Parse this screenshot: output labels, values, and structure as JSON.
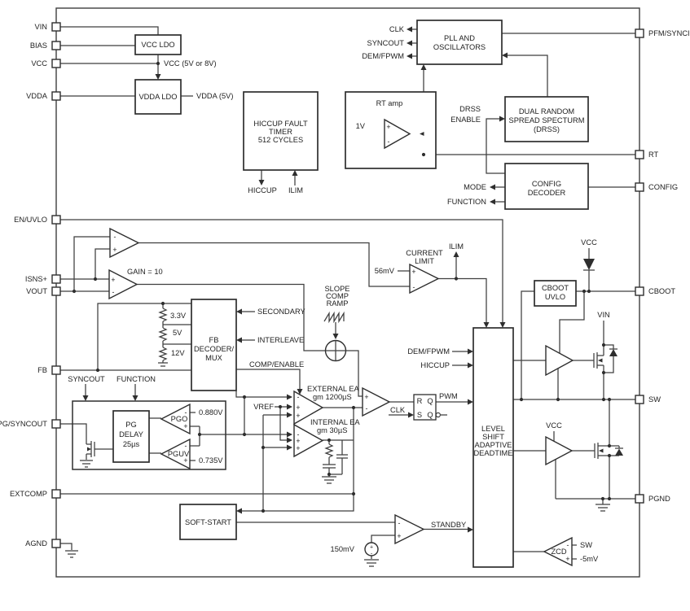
{
  "sym": {
    "plus": "+",
    "minus": "-"
  },
  "pins": {
    "left": [
      "VIN",
      "BIAS",
      "VCC",
      "VDDA",
      "EN/UVLO",
      "ISNS+",
      "VOUT",
      "FB",
      "PG/SYNCOUT",
      "EXTCOMP",
      "AGND"
    ],
    "right": [
      "PFM/SYNCIN",
      "RT",
      "CONFIG",
      "CBOOT",
      "SW",
      "PGND"
    ]
  },
  "blocks": {
    "vcc_ldo": "VCC LDO",
    "vdda_ldo": "VDDA LDO",
    "hiccup_timer": [
      "HICCUP FAULT",
      "TIMER",
      "512 CYCLES"
    ],
    "pll": [
      "PLL AND",
      "OSCILLATORS"
    ],
    "rt_amp": "RT amp",
    "drss": [
      "DUAL RANDOM",
      "SPREAD SPECTURM",
      "(DRSS)"
    ],
    "config_decoder": [
      "CONFIG",
      "DECODER"
    ],
    "cboot_uvlo": [
      "CBOOT",
      "UVLO"
    ],
    "fb_mux": [
      "FB",
      "DECODER/",
      "MUX"
    ],
    "pg_delay": [
      "PG",
      "DELAY",
      "25µs"
    ],
    "soft_start": "SOFT-START",
    "level_shift": [
      "LEVEL",
      "SHIFT",
      "ADAPTIVE",
      "DEADTIME"
    ],
    "flipflop": {
      "r": "R",
      "s": "S",
      "q": "Q",
      "qb": "Q"
    }
  },
  "labels": {
    "vcc_rail": "VCC (5V or 8V)",
    "vdda_rail": "VDDA (5V)",
    "hiccup_out": "HICCUP",
    "ilim_in": "ILIM",
    "clk": "CLK",
    "syncout": "SYNCOUT",
    "dem_fpwm": "DEM/FPWM",
    "drss_en1": "DRSS",
    "drss_en2": "ENABLE",
    "mode": "MODE",
    "function": "FUNCTION",
    "rt_ref": "1V",
    "gain": "GAIN = 10",
    "cl1": "CURRENT",
    "cl2": "LIMIT",
    "cl_ref": "56mV",
    "ilim": "ILIM",
    "slope1": "SLOPE",
    "slope2": "COMP",
    "slope3": "RAMP",
    "tap_33": "3.3V",
    "tap_5": "5V",
    "tap_12": "12V",
    "secondary": "SECONDARY",
    "interleave": "INTERLEAVE",
    "comp_enable": "COMP/ENABLE",
    "vref": "VREF",
    "ext_ea1": "EXTERNAL EA",
    "ext_ea2": "gm 1200µS",
    "int_ea1": "INTERNAL EA",
    "int_ea2": "gm 30µS",
    "dem_fpwm_in": "DEM/FPWM",
    "hiccup_in": "HICCUP",
    "pwm": "PWM",
    "clk_in": "CLK",
    "pgo": "PGO",
    "pguv": "PGUV",
    "pgo_ref": "0.880V",
    "pguv_ref": "0.735V",
    "syncout_in": "SYNCOUT",
    "function_in": "FUNCTION",
    "standby": "STANDBY",
    "standby_ref": "150mV",
    "vcc_hs": "VCC",
    "vin": "VIN",
    "vcc_ls": "VCC",
    "zcd": "ZCD",
    "zcd_sw": "SW",
    "zcd_ref": "-5mV"
  }
}
